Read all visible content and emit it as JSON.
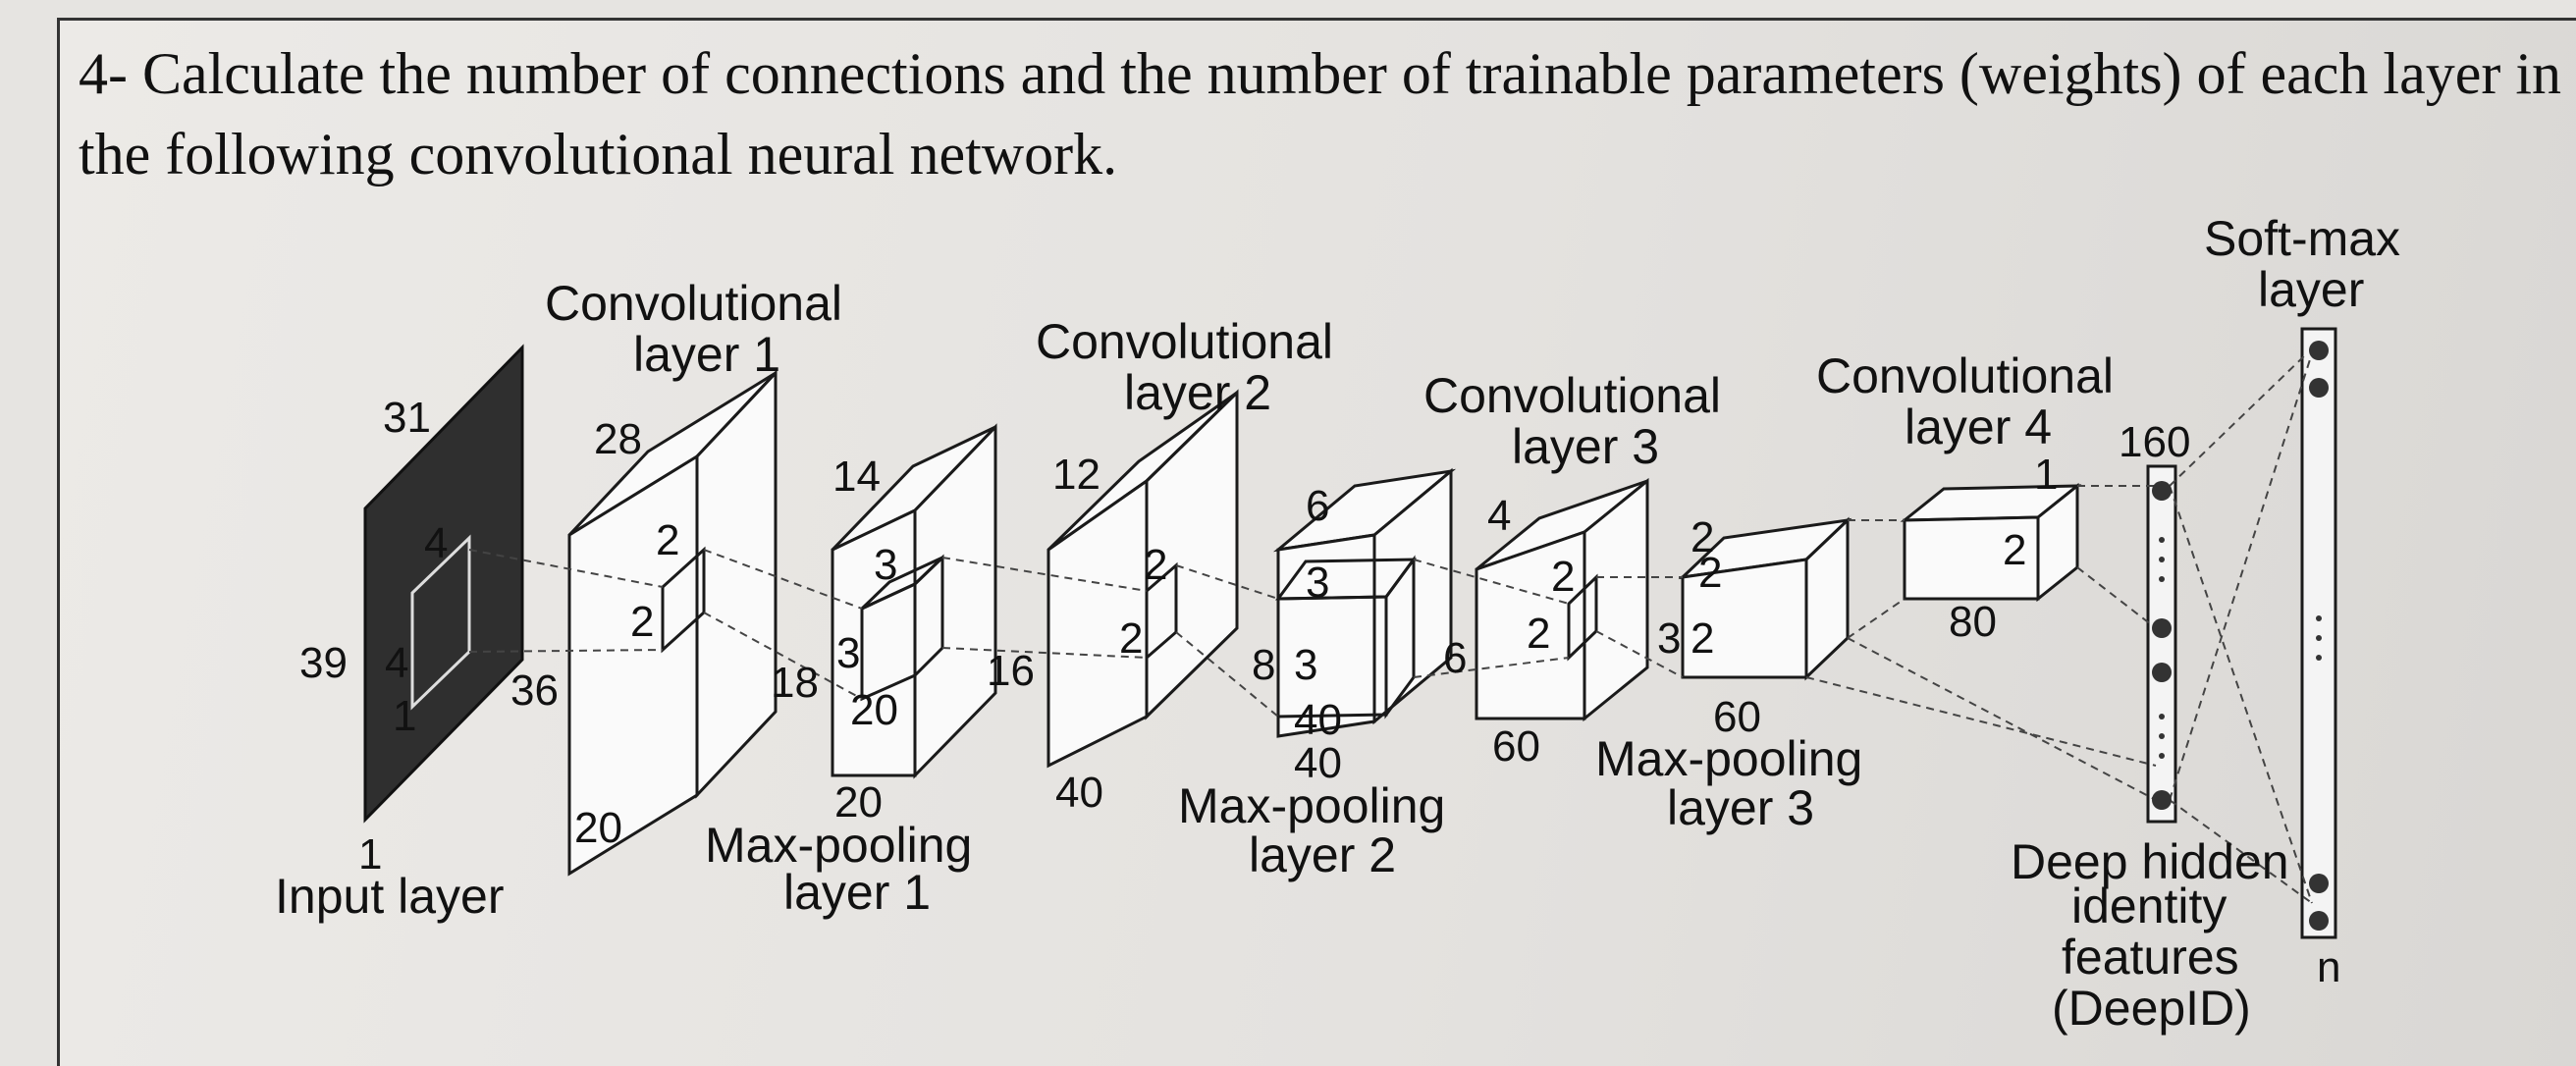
{
  "question": "4- Calculate the number of connections and the number of trainable parameters (weights) of each layer in the following convolutional neural network.",
  "labels": {
    "conv1_title": "Convolutional",
    "conv1_sub": "layer 1",
    "conv2_title": "Convolutional",
    "conv2_sub": "layer 2",
    "conv3_title": "Convolutional",
    "conv3_sub": "layer 3",
    "conv4_title": "Convolutional",
    "conv4_sub": "layer 4",
    "softmax_title": "Soft-max",
    "softmax_sub": "layer",
    "input_title": "Input layer",
    "pool1_title": "Max-pooling",
    "pool1_sub": "layer 1",
    "pool2_title": "Max-pooling",
    "pool2_sub": "layer 2",
    "pool3_title": "Max-pooling",
    "pool3_sub": "layer 3",
    "deepid_1": "Deep hidden",
    "deepid_2": "identity",
    "deepid_3": "features",
    "deepid_4": "(DeepID)"
  },
  "dims": {
    "input_h": "31",
    "input_w": "39",
    "input_d": "1",
    "input_k_a": "4",
    "input_k_b": "4",
    "input_k_c": "1",
    "conv1_h": "28",
    "conv1_w": "36",
    "conv1_d": "20",
    "conv1_k_a": "2",
    "conv1_k_b": "2",
    "pool1_h": "14",
    "pool1_w": "18",
    "pool1_d": "20",
    "pool1_k_a": "3",
    "pool1_k_b": "3",
    "pool1_k_c": "20",
    "conv2_h": "12",
    "conv2_w": "16",
    "conv2_d": "40",
    "conv2_k_a": "2",
    "conv2_k_b": "2",
    "pool2_h": "6",
    "pool2_w": "8",
    "pool2_d": "40",
    "pool2_k_a": "3",
    "pool2_k_b": "3",
    "pool2_k_c": "40",
    "conv3_h": "4",
    "conv3_w": "6",
    "conv3_d": "60",
    "conv3_k_a": "2",
    "conv3_k_b": "2",
    "pool3_h": "2",
    "pool3_w": "3",
    "pool3_d": "60",
    "pool3_k_a": "2",
    "pool3_k_b": "2",
    "conv4_a": "1",
    "conv4_b": "2",
    "conv4_d": "80",
    "deepid_n": "160",
    "softmax_n": "n"
  }
}
